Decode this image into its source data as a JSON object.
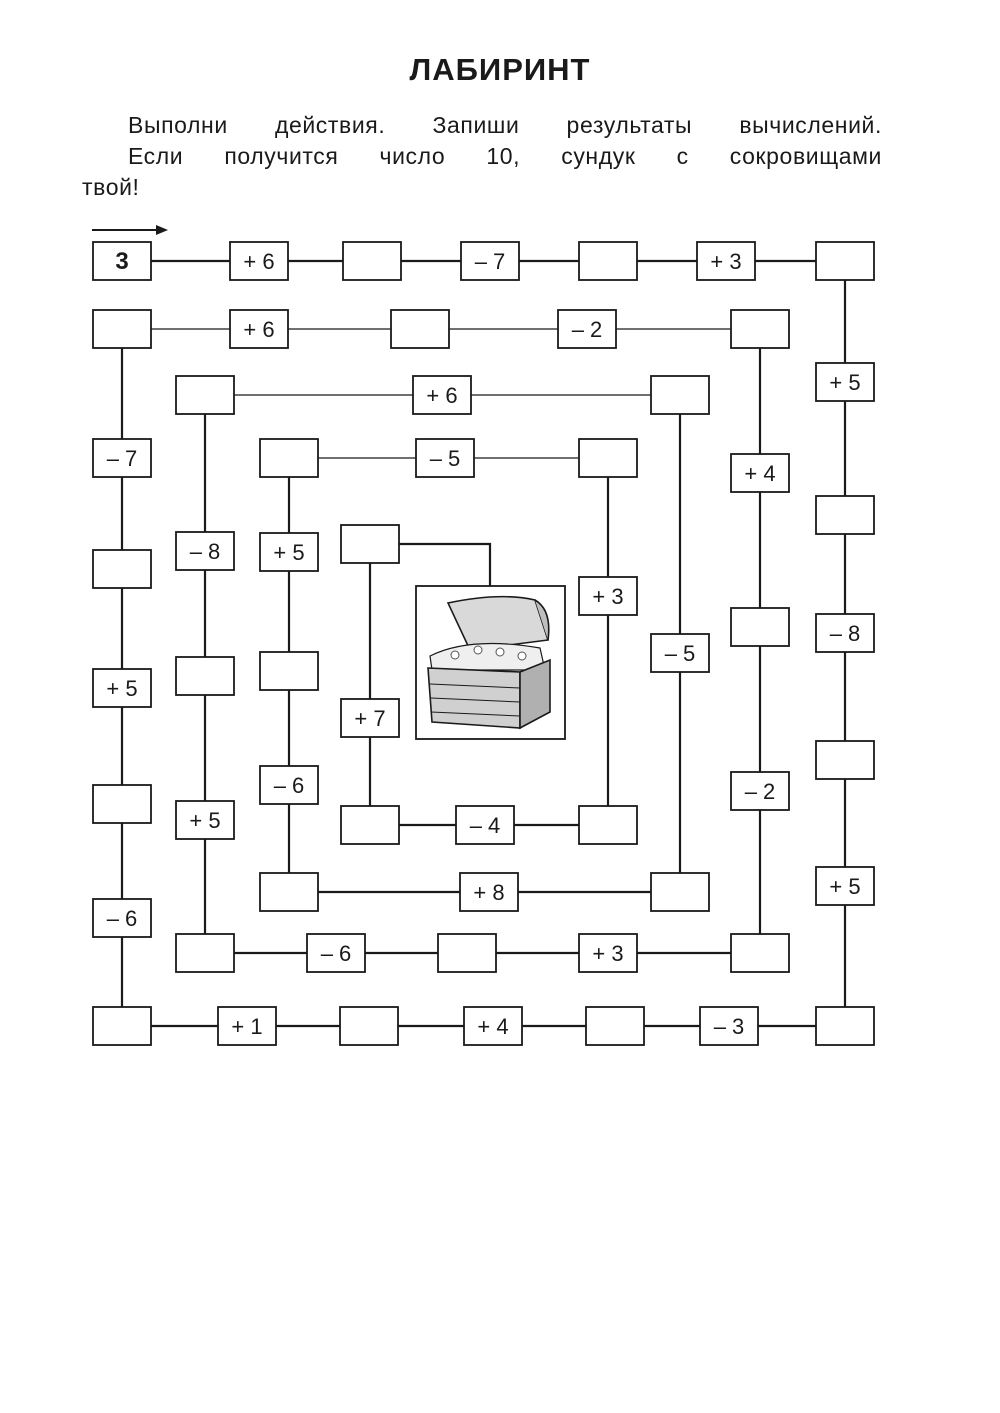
{
  "title": "ЛАБИРИНТ",
  "instructions": {
    "line1": "Выполни действия. Запиши результаты вычислений.",
    "line2": "Если получится число 10, сундук с сокровищами",
    "line3": "твой!"
  },
  "start_value": "3",
  "operations": [
    "+ 6",
    "– 7",
    "+ 3",
    "+ 5",
    "– 8",
    "+ 5",
    "– 3",
    "+ 4",
    "+ 1",
    "– 6",
    "+ 5",
    "– 7",
    "+ 6",
    "– 2",
    "+ 4",
    "– 2",
    "+ 3",
    "– 6",
    "+ 5",
    "– 8",
    "+ 6",
    "– 5",
    "+ 8",
    "– 6",
    "+ 5",
    "– 5",
    "+ 3",
    "– 4",
    "+ 7"
  ],
  "icons": {
    "arrow": "arrow-right-icon",
    "chest": "treasure-chest-icon"
  }
}
